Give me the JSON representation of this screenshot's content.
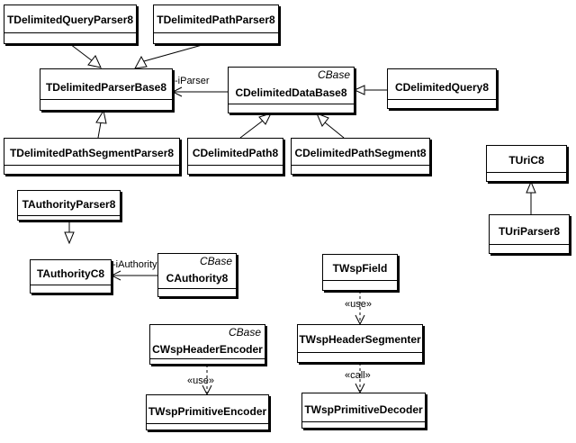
{
  "classes": {
    "tdelimited_query_parser8": {
      "name": "TDelimitedQueryParser8"
    },
    "tdelimited_path_parser8": {
      "name": "TDelimitedPathParser8"
    },
    "tdelimited_parser_base8": {
      "name": "TDelimitedParserBase8"
    },
    "cdelimited_data_base8": {
      "name": "CDelimitedDataBase8",
      "stereotype": "CBase"
    },
    "cdelimited_query8": {
      "name": "CDelimitedQuery8"
    },
    "tdelimited_path_segment_parser8": {
      "name": "TDelimitedPathSegmentParser8"
    },
    "cdelimited_path8": {
      "name": "CDelimitedPath8"
    },
    "cdelimited_path_segment8": {
      "name": "CDelimitedPathSegment8"
    },
    "turic8": {
      "name": "TUriC8"
    },
    "turi_parser8": {
      "name": "TUriParser8"
    },
    "tauthority_parser8": {
      "name": "TAuthorityParser8"
    },
    "tauthority_c8": {
      "name": "TAuthorityC8"
    },
    "cauthority8": {
      "name": "CAuthority8",
      "stereotype": "CBase"
    },
    "twsp_field": {
      "name": "TWspField"
    },
    "twsp_header_segmenter": {
      "name": "TWspHeaderSegmenter"
    },
    "cwsp_header_encoder": {
      "name": "CWspHeaderEncoder",
      "stereotype": "CBase"
    },
    "twsp_primitive_encoder": {
      "name": "TWspPrimitiveEncoder"
    },
    "twsp_primitive_decoder": {
      "name": "TWspPrimitiveDecoder"
    }
  },
  "relations": {
    "iparser": "-iParser",
    "iauthority": "-iAuthority",
    "use_field": "«use»",
    "call_decoder": "«call»",
    "use_encoder": "«use»"
  }
}
